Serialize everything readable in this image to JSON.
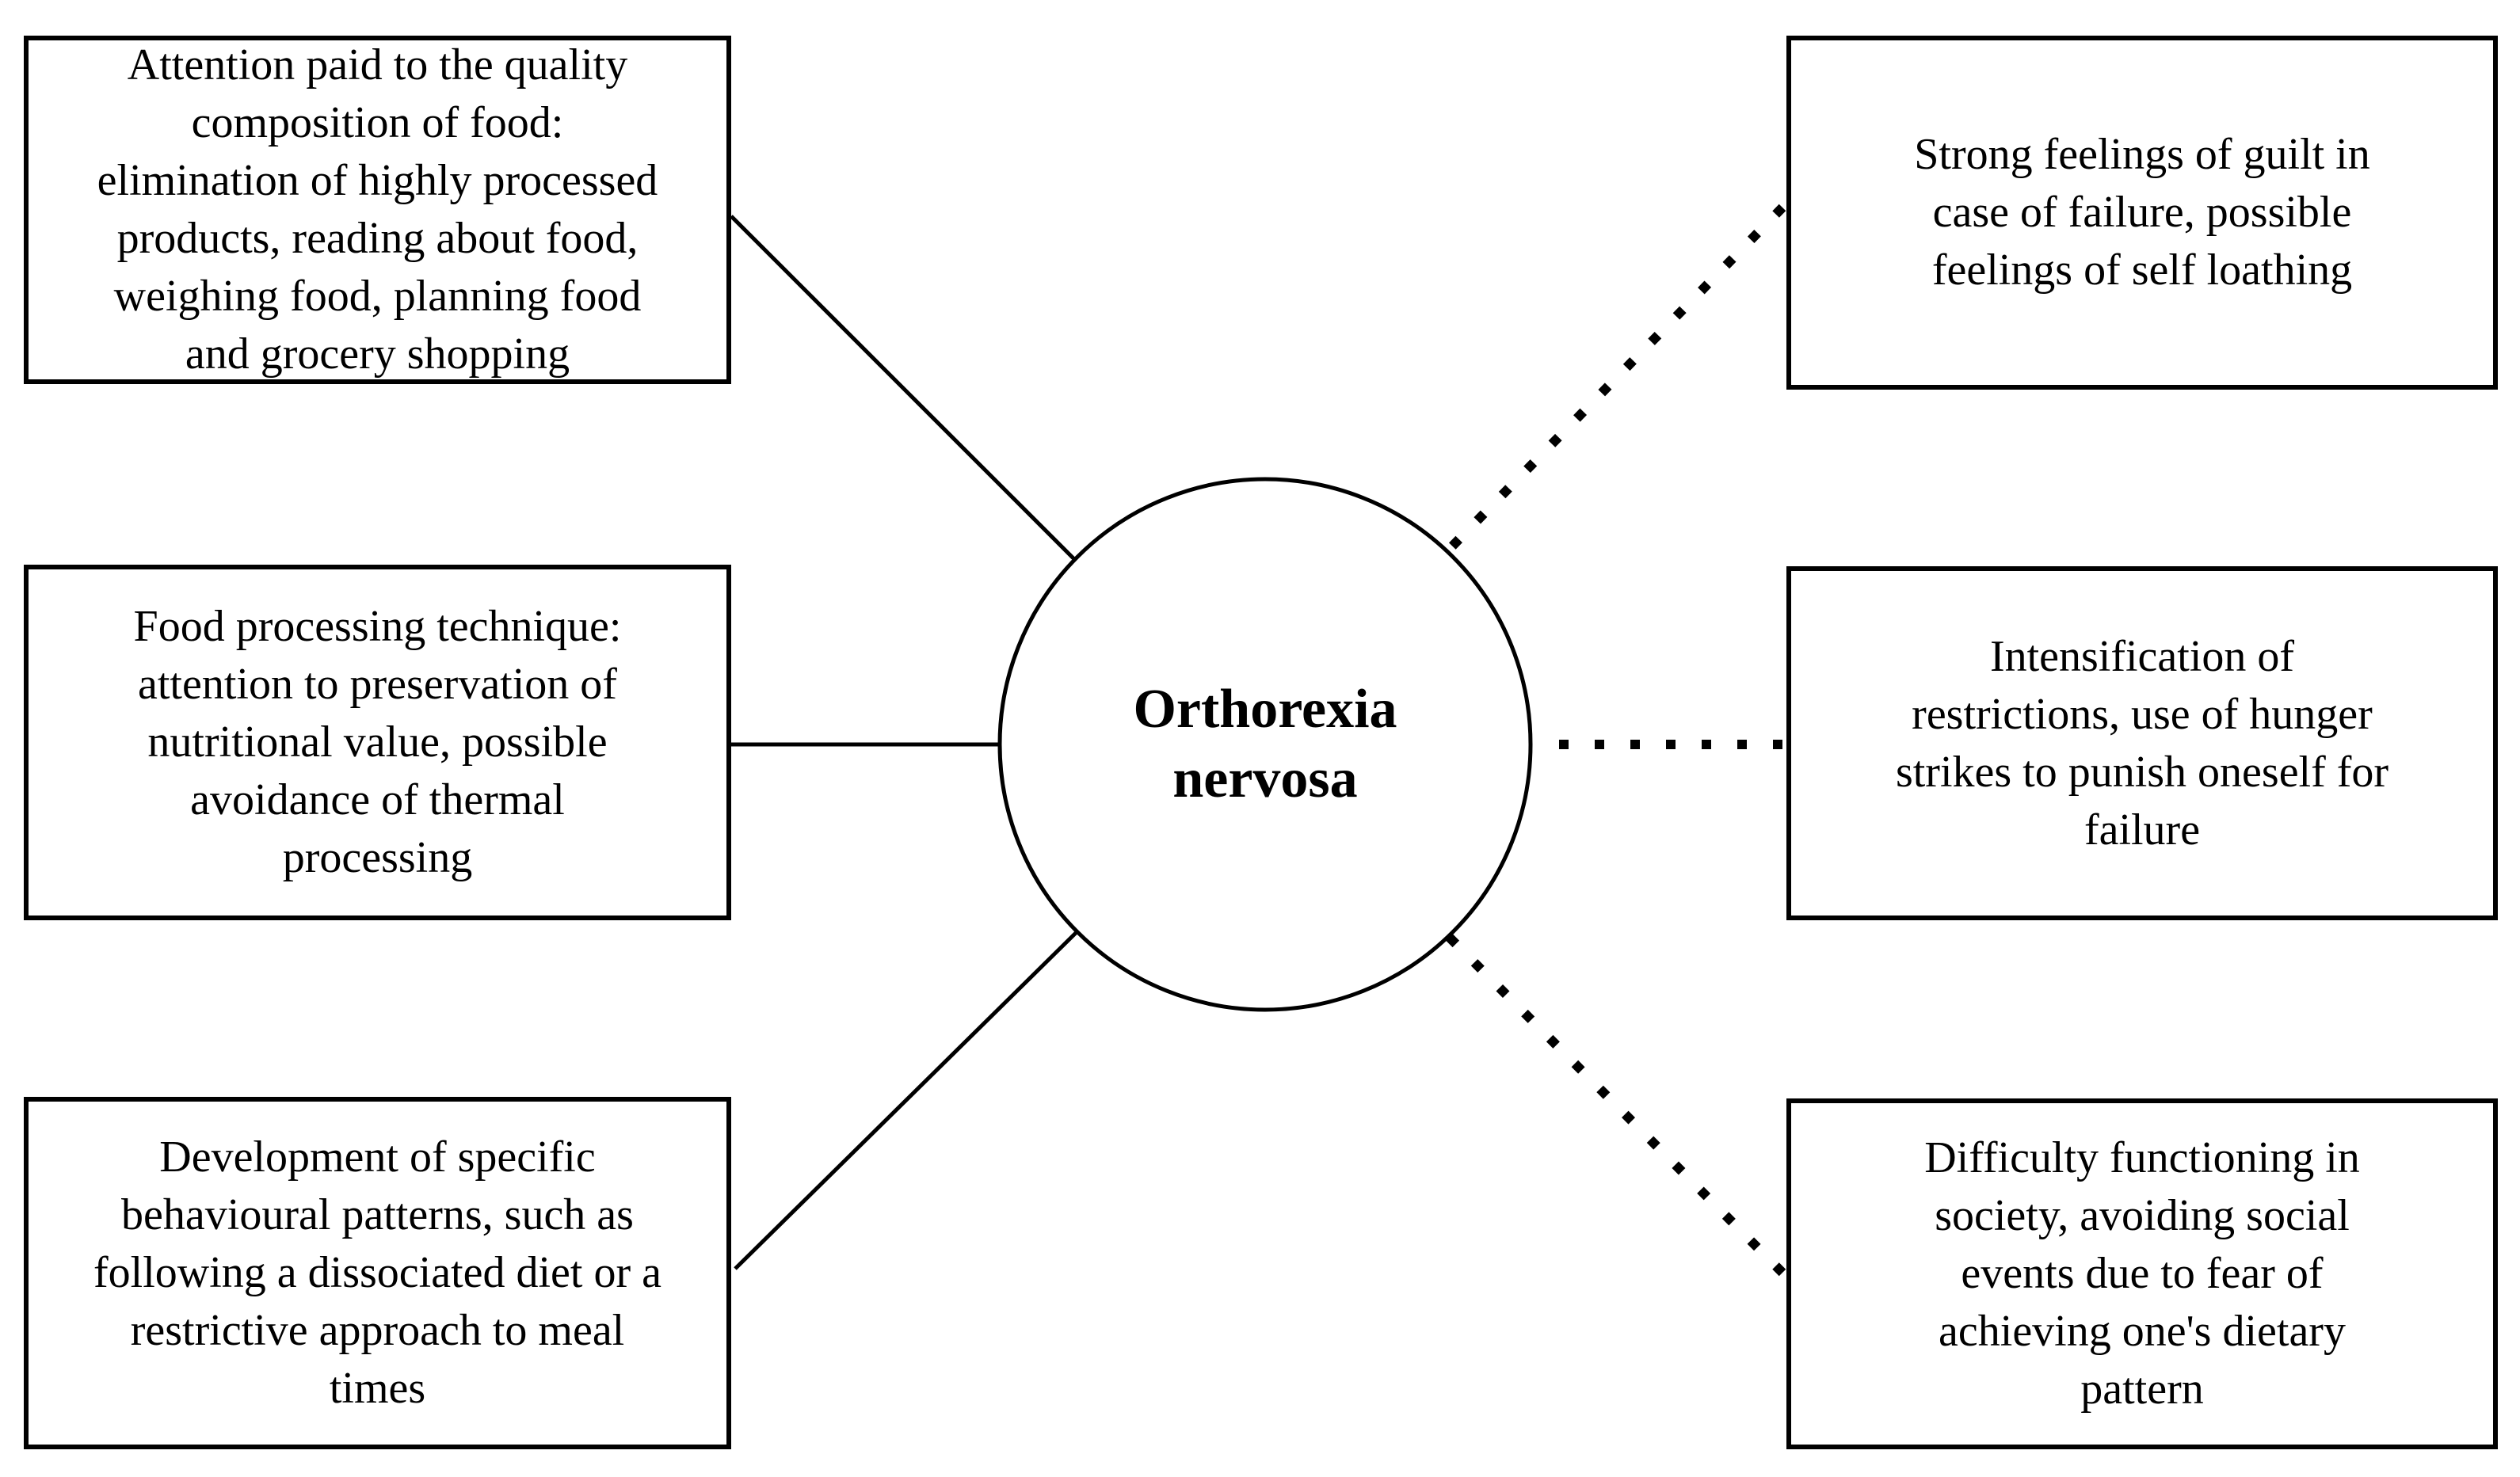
{
  "diagram": {
    "title": "Orthorexia nervosa concept map",
    "center": {
      "label": "Orthorexia\nnervosa"
    },
    "left_nodes": [
      {
        "id": "quality-composition",
        "text": "Attention paid to the quality\ncomposition of food:\nelimination of highly processed\nproducts, reading about food,\nweighing food, planning food\nand grocery shopping"
      },
      {
        "id": "food-processing",
        "text": "Food processing technique:\nattention to preservation of\nnutritional value, possible\navoidance of thermal\nprocessing"
      },
      {
        "id": "behavioural-patterns",
        "text": "Development of specific\nbehavioural patterns, such as\nfollowing a dissociated diet or a\nrestrictive approach to meal\ntimes"
      }
    ],
    "right_nodes": [
      {
        "id": "guilt",
        "text": "Strong feelings of guilt in\ncase of failure, possible\nfeelings of self loathing"
      },
      {
        "id": "restrictions",
        "text": "Intensification of\nrestrictions, use of hunger\nstrikes to punish oneself for\nfailure"
      },
      {
        "id": "social-difficulty",
        "text": "Difficulty functioning in\nsociety, avoiding social\nevents due to fear of\nachieving one's dietary\npattern"
      }
    ],
    "connector_styles": {
      "left": "solid",
      "right": "dotted"
    },
    "colors": {
      "line": "#000000",
      "text": "#000000",
      "background": "#ffffff"
    }
  }
}
